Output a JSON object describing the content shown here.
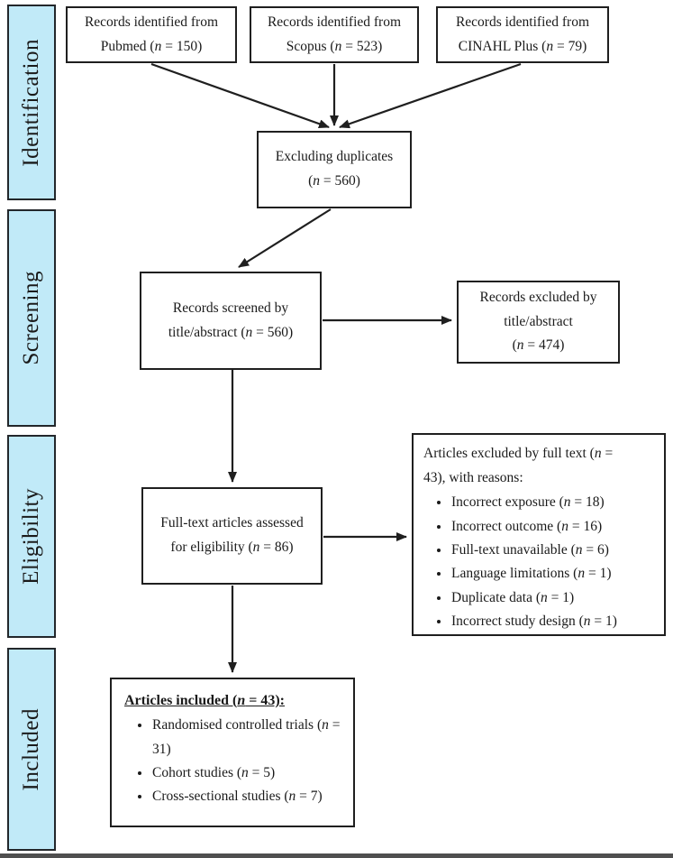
{
  "colors": {
    "sidebar_fill": "#c1eaf8",
    "outline": "#1f1f1f",
    "background": "#ffffff",
    "bottom_bar": "#4f4f4f"
  },
  "stages": [
    {
      "label": "Identification"
    },
    {
      "label": "Screening"
    },
    {
      "label": "Eligibility"
    },
    {
      "label": "Included"
    }
  ],
  "nodes": {
    "pubmed": {
      "lines": [
        "Records identified from",
        "Pubmed (n = 150)"
      ]
    },
    "scopus": {
      "lines": [
        "Records identified from",
        "Scopus (n = 523)"
      ]
    },
    "cinahl": {
      "lines": [
        "Records identified from",
        "CINAHL Plus (n = 79)"
      ]
    },
    "duplicates": {
      "lines": [
        "Excluding duplicates",
        "(n = 560)"
      ]
    },
    "screened": {
      "lines": [
        "Records screened by",
        "title/abstract (n = 560)"
      ]
    },
    "excluded_title": {
      "lines": [
        "Records excluded by",
        "title/abstract",
        "(n = 474)"
      ]
    },
    "fulltext": {
      "lines": [
        "Full-text articles assessed",
        "for eligibility (n = 86)"
      ]
    },
    "excluded_fulltext": {
      "intro_lines": [
        "Articles excluded by full text (n =",
        "43), with reasons:"
      ],
      "items": [
        "Incorrect exposure (n = 18)",
        "Incorrect outcome (n = 16)",
        "Full-text unavailable (n = 6)",
        "Language limitations (n = 1)",
        "Duplicate data (n = 1)",
        "Incorrect study design (n = 1)"
      ]
    },
    "included_articles": {
      "heading": "Articles included (n = 43):",
      "items": [
        "Randomised controlled trials (n = 31)",
        "Cohort studies (n = 5)",
        "Cross-sectional studies (n = 7)"
      ]
    }
  }
}
